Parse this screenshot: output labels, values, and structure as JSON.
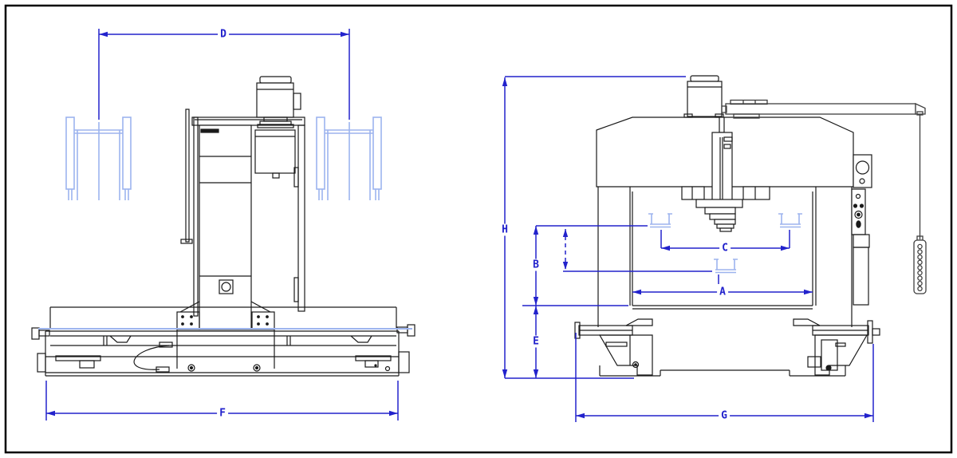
{
  "frame": {
    "background": "#ffffff",
    "border_color": "#000000"
  },
  "colors": {
    "dimension_blue": "#2222cc",
    "accent_light_blue": "#9db4ee",
    "drawing_black": "#1a1a1a",
    "arm_gray": "#3f3f3f"
  },
  "dimensions": {
    "D": {
      "label": "D",
      "view": "side",
      "axis": "horizontal"
    },
    "F": {
      "label": "F",
      "view": "side",
      "axis": "horizontal"
    },
    "H": {
      "label": "H",
      "view": "front",
      "axis": "vertical"
    },
    "B": {
      "label": "B",
      "view": "front",
      "axis": "vertical"
    },
    "E": {
      "label": "E",
      "view": "front",
      "axis": "vertical"
    },
    "C": {
      "label": "C",
      "view": "front",
      "axis": "horizontal"
    },
    "A": {
      "label": "A",
      "view": "front",
      "axis": "horizontal"
    },
    "G": {
      "label": "G",
      "view": "front",
      "axis": "horizontal"
    }
  }
}
